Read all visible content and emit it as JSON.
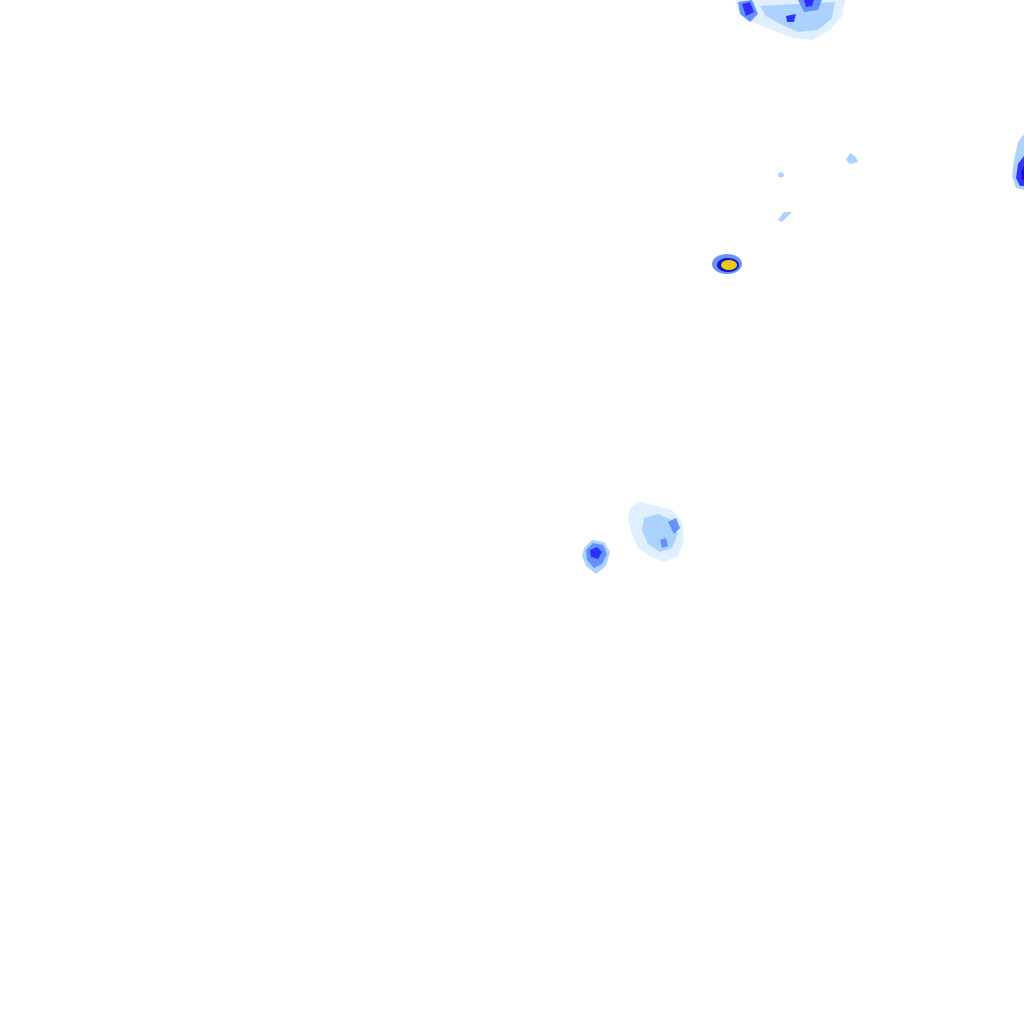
{
  "map": {
    "kind": "weather-radar-precipitation-overlay",
    "background_color": "#ffffff",
    "palette": {
      "very_light": "#d9ecff",
      "light": "#a8d0ff",
      "moderate": "#5f8cff",
      "heavy": "#2a2aff",
      "very_heavy": "#1010c8",
      "extreme_core": "#ffd400"
    },
    "echo_cells": [
      {
        "id": "cell-top-right-cluster",
        "intensity_levels": [
          "very_light",
          "light",
          "moderate",
          "heavy"
        ]
      },
      {
        "id": "cell-right-edge",
        "intensity_levels": [
          "light",
          "heavy",
          "very_heavy"
        ]
      },
      {
        "id": "cell-small-speck-1",
        "intensity_levels": [
          "light"
        ]
      },
      {
        "id": "cell-small-speck-2",
        "intensity_levels": [
          "light"
        ]
      },
      {
        "id": "cell-small-speck-3",
        "intensity_levels": [
          "light"
        ]
      },
      {
        "id": "cell-isolated-strong",
        "intensity_levels": [
          "moderate",
          "very_heavy",
          "extreme_core"
        ]
      },
      {
        "id": "cell-center-moderate",
        "intensity_levels": [
          "light",
          "moderate",
          "heavy"
        ]
      },
      {
        "id": "cell-center-light-cluster",
        "intensity_levels": [
          "very_light",
          "light",
          "moderate"
        ]
      }
    ]
  }
}
